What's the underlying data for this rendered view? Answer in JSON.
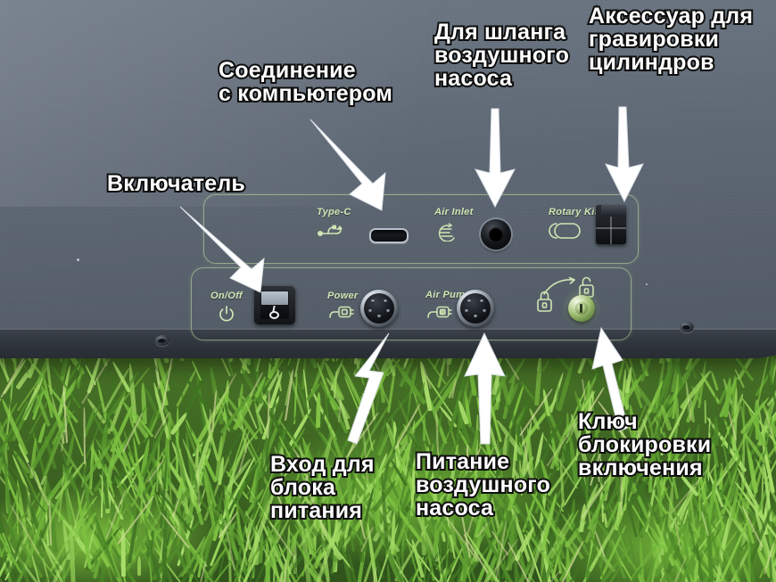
{
  "scene": {
    "title": "Laser engraver rear port panel with Russian callout labels",
    "device_color": "#5e6874",
    "grass_color": "#4e7a2a",
    "silkscreen_color": "#cfe6b4",
    "annotation_color": "#ffffff",
    "annotation_outline": "#111111"
  },
  "panel": {
    "groups": [
      {
        "name": "upper-port-group",
        "ports": [
          {
            "label": "Type-C",
            "icon": "usb-icon",
            "connector": "usb-c-port"
          },
          {
            "label": "Air Inlet",
            "icon": "air-flow-icon",
            "connector": "air-inlet-jack"
          },
          {
            "label": "Rotary Kit",
            "icon": "rotary-kit-icon",
            "connector": "rotary-kit-connector"
          }
        ]
      },
      {
        "name": "lower-port-group",
        "ports": [
          {
            "label": "On/Off",
            "icon": "power-symbol-icon",
            "connector": "rocker-switch"
          },
          {
            "label": "Power",
            "icon": "power-plug-icon",
            "connector": "power-din-socket"
          },
          {
            "label": "Air Pump",
            "icon": "pump-plug-icon",
            "connector": "air-pump-din-socket"
          },
          {
            "label": "",
            "icon": "lock-unlock-icon",
            "connector": "key-lock-switch"
          }
        ]
      }
    ]
  },
  "annotations": [
    {
      "id": "note-power-switch",
      "text": "Включатель",
      "points_to": "rocker-switch"
    },
    {
      "id": "note-usb",
      "text": "Соединение\nс компьютером",
      "points_to": "usb-c-port"
    },
    {
      "id": "note-air-inlet",
      "text": "Для шланга\nвоздушного\nнасоса",
      "points_to": "air-inlet-jack"
    },
    {
      "id": "note-rotary",
      "text": "Аксессуар для\nгравировки\nцилиндров",
      "points_to": "rotary-kit-connector"
    },
    {
      "id": "note-power-input",
      "text": "Вход для\nблока\nпитания",
      "points_to": "power-din-socket"
    },
    {
      "id": "note-air-pump",
      "text": "Питание\nвоздушного\nнасоса",
      "points_to": "air-pump-din-socket"
    },
    {
      "id": "note-key-lock",
      "text": "Ключ\nблокировки\nвключения",
      "points_to": "key-lock-switch"
    }
  ]
}
